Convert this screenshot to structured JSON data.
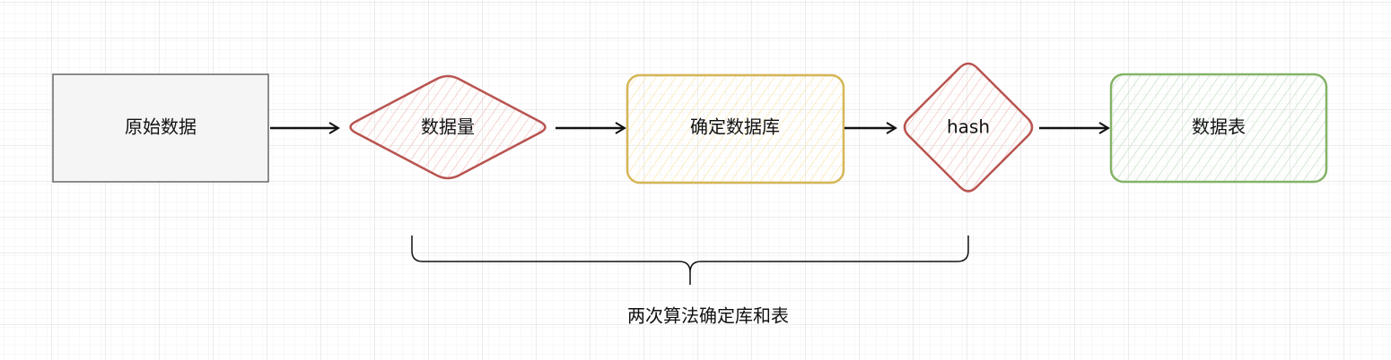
{
  "nodes": {
    "raw_data": {
      "label": "原始数据",
      "fill": "#f5f5f5",
      "stroke": "#666666"
    },
    "data_volume": {
      "label": "数据量",
      "fill": "#f8cecc",
      "stroke": "#b85450"
    },
    "determine_db": {
      "label": "确定数据库",
      "fill": "#fff2cc",
      "stroke": "#d6b656"
    },
    "hash": {
      "label": "hash",
      "fill": "#f8cecc",
      "stroke": "#b85450"
    },
    "data_table": {
      "label": "数据表",
      "fill": "#d5e8d4",
      "stroke": "#82b366"
    }
  },
  "annotation": {
    "label": "两次算法确定库和表"
  }
}
